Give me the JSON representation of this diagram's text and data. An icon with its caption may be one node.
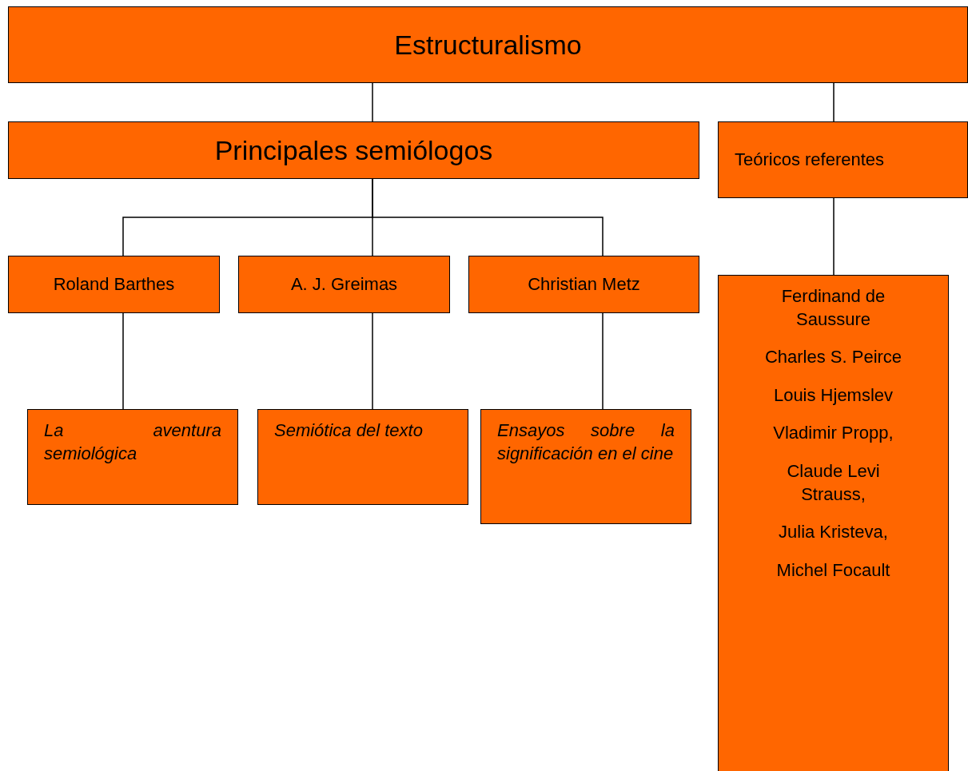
{
  "diagram": {
    "nodes": [
      {
        "text": [
          "Estructuralismo"
        ]
      },
      {
        "text": [
          "Principales semiólogos"
        ]
      },
      {
        "text": [
          "Teóricos referentes"
        ]
      },
      {
        "text": [
          "Roland Barthes"
        ]
      },
      {
        "text": [
          "A. J. Greimas"
        ]
      },
      {
        "text": [
          "Christian Metz"
        ]
      },
      {
        "text": [
          "La aventura semiológica"
        ]
      },
      {
        "text": [
          "Semiótica del texto"
        ]
      },
      {
        "text": [
          "Ensayos sobre la significación en el cine"
        ]
      },
      {
        "text": [
          "Ferdinand de Saussure",
          "Charles S. Peirce",
          "Louis Hjemslev",
          "Vladimir Propp,",
          "Claude Levi Strauss,",
          "Julia Kristeva,",
          "Michel Focault"
        ]
      }
    ],
    "edges": [
      {
        "from": 0,
        "to": 1,
        "arrow": "none"
      },
      {
        "from": 0,
        "to": 2,
        "arrow": "none"
      },
      {
        "from": 1,
        "to": 3,
        "arrow": "none"
      },
      {
        "from": 1,
        "to": 4,
        "arrow": "none"
      },
      {
        "from": 1,
        "to": 5,
        "arrow": "none"
      },
      {
        "from": 3,
        "to": 6,
        "arrow": "none"
      },
      {
        "from": 4,
        "to": 7,
        "arrow": "none"
      },
      {
        "from": 5,
        "to": 8,
        "arrow": "none"
      },
      {
        "from": 2,
        "to": 9,
        "arrow": "none"
      }
    ]
  }
}
